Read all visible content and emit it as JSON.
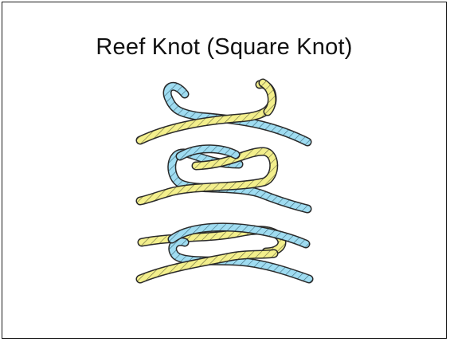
{
  "slide": {
    "title": "Reef Knot (Square Knot)"
  },
  "colors": {
    "rope_yellow": "#f3ef8c",
    "rope_blue": "#9fdcf1",
    "rope_outline": "#2a2a2a",
    "border": "#1a1a1a"
  },
  "diagram": {
    "steps": [
      {
        "name": "step-1-crossing",
        "description_visible": false
      },
      {
        "name": "step-2-loops",
        "description_visible": false
      },
      {
        "name": "step-3-tightened",
        "description_visible": false
      }
    ]
  }
}
